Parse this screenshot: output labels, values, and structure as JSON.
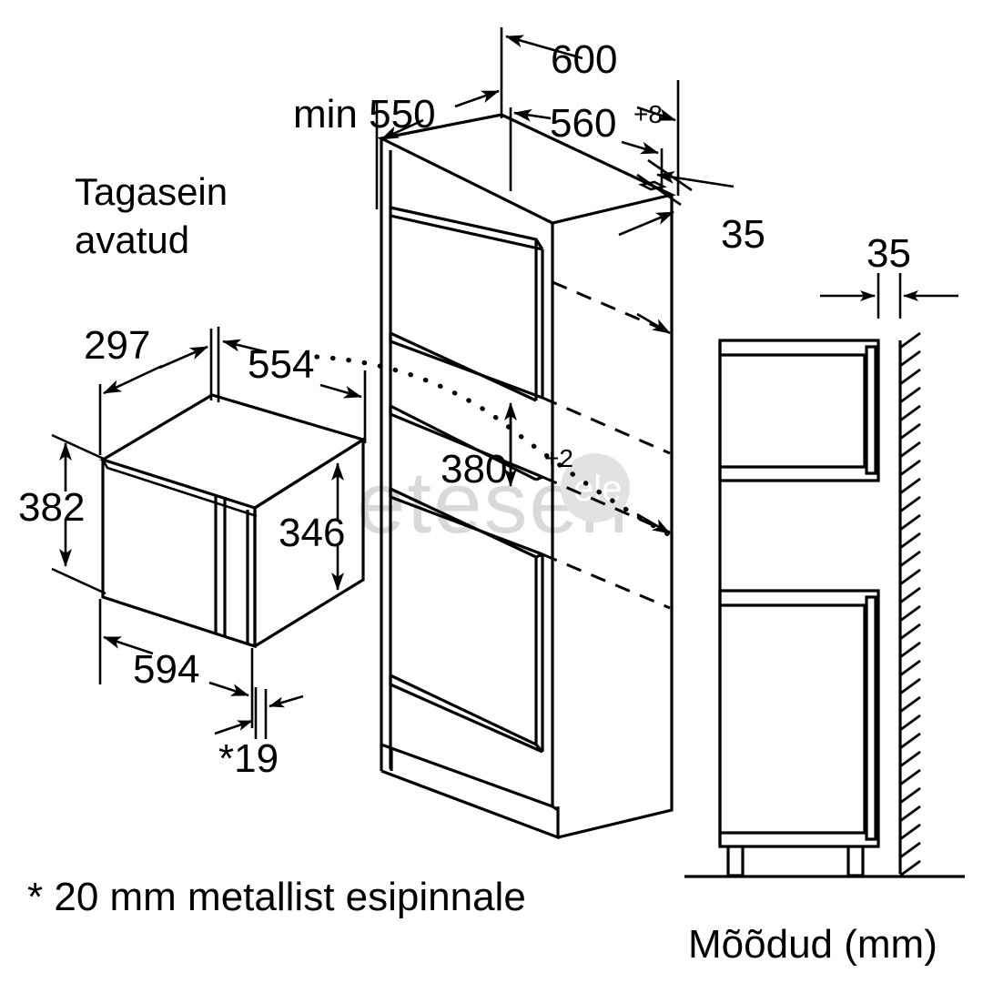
{
  "diagram": {
    "title": "Built-in microwave installation dimensions",
    "units_caption": "Mõõdud (mm)",
    "footnote": "* 20 mm metallist esipinnale",
    "back_wall_note_line1": "Tagasein",
    "back_wall_note_line2": "avatud",
    "stroke_color": "#000000",
    "background_color": "#ffffff",
    "watermark_text": "etesen",
    "watermark_badge_text": "ele"
  },
  "appliance": {
    "name": "microwave-oven",
    "dim_width": "594",
    "dim_body_width": "554",
    "dim_depth": "297",
    "dim_outer_height": "382",
    "dim_body_height": "346",
    "dim_front_trim": "*19"
  },
  "cabinet": {
    "name": "tall-cabinet-isometric",
    "dim_depth_min_label": "min 550",
    "dim_outer_width": "600",
    "dim_niche_width": "560",
    "dim_niche_width_tol": "+8",
    "dim_niche_height": "380",
    "dim_niche_height_tol": "+2",
    "dim_rear_notch": "35"
  },
  "side_view": {
    "name": "cabinet-side-elevation",
    "dim_wall_gap": "35"
  }
}
